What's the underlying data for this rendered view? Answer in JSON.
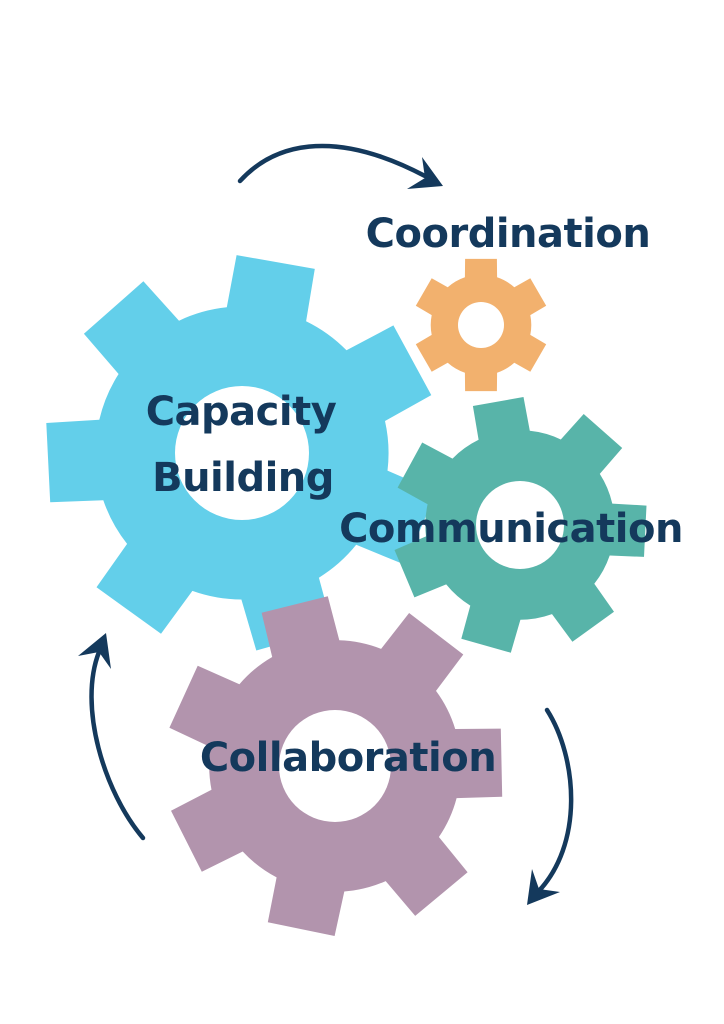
{
  "diagram": {
    "labels": {
      "coordination": "Coordination",
      "capacity_building_line1": "Capacity",
      "capacity_building_line2": "Building",
      "communication": "Communication",
      "collaboration": "Collaboration"
    },
    "colors": {
      "coordination_gear": "#F2B16E",
      "capacity_building_gear": "#63CFEA",
      "communication_gear": "#58B4A9",
      "collaboration_gear": "#B294AD",
      "text": "#14395C",
      "arrows": "#14395C",
      "background": "#FFFFFF"
    },
    "icons": {
      "gear_names": [
        "capacity-building-gear-icon",
        "coordination-gear-icon",
        "communication-gear-icon",
        "collaboration-gear-icon"
      ],
      "arrow_names": [
        "arrow-top-clockwise-icon",
        "arrow-left-counterclockwise-icon",
        "arrow-right-clockwise-icon"
      ]
    }
  }
}
